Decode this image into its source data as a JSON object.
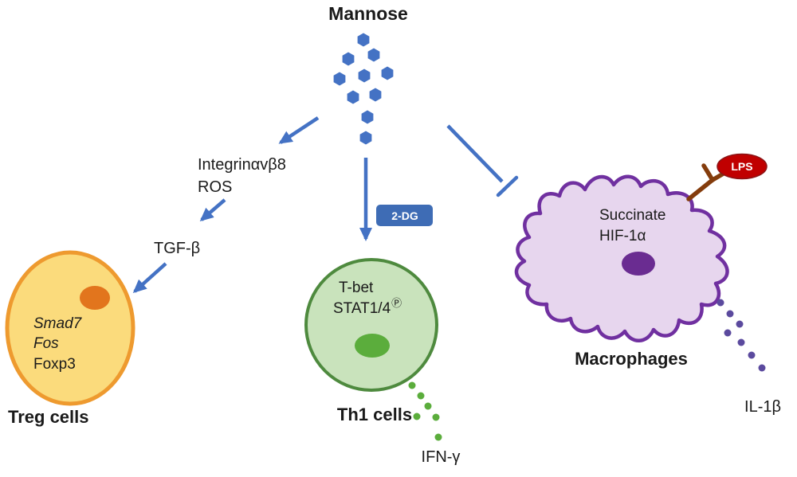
{
  "title": "Mannose",
  "left_pathway": {
    "mediator_line1": "Integrinαvβ8",
    "mediator_line2": "ROS",
    "cytokine": "TGF-β"
  },
  "treg_cell": {
    "genes": [
      "Smad7",
      "Fos",
      "Foxp3"
    ],
    "label": "Treg cells"
  },
  "th1_cell": {
    "inhibitor_tag": "2-DG",
    "factor_line1": "T-bet",
    "factor_line2": "STAT1/4",
    "factor_superscript": "Ⓟ",
    "label": "Th1 cells",
    "cytokine": "IFN-γ"
  },
  "macrophage_cell": {
    "metabolite_line1": "Succinate",
    "metabolite_line2": "HIF-1α",
    "ligand": "LPS",
    "label": "Macrophages",
    "cytokine": "IL-1β"
  },
  "colors": {
    "text_dark": "#1a1a1a",
    "arrow_blue": "#4472c4",
    "hexagon_blue": "#4472c4",
    "treg_fill": "#fbdb7c",
    "treg_stroke": "#ee9a2f",
    "treg_nucleus": "#e2751d",
    "th1_fill": "#c9e3bc",
    "th1_stroke": "#4e8a3e",
    "th1_nucleus": "#5bad3c",
    "mac_fill": "#e7d6ee",
    "mac_stroke": "#7030a0",
    "mac_nucleus": "#6a2c91",
    "lps_fill": "#c00000",
    "lps_stroke": "#8b1416",
    "receptor_brown": "#843c0c",
    "dg_fill": "#3e6cb5",
    "ifn_dot": "#5bad3c",
    "il1b_dot": "#5b4a9e"
  }
}
